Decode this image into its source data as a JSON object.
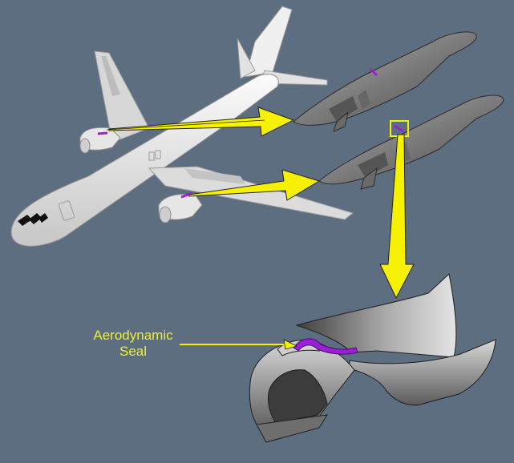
{
  "callout": {
    "line1": "Aerodynamic",
    "line2": "Seal"
  },
  "colors": {
    "background": "#5d6e80",
    "arrow": "#f5f100",
    "seal": "#9b1fd6",
    "aircraft": "#e9e9e9",
    "nacelle_part": "#7a7a7a",
    "label_text": "#f2ee2a"
  },
  "icons": [
    "aircraft-illustration",
    "pylon-fairing-illustration",
    "seal-detail-illustration"
  ]
}
